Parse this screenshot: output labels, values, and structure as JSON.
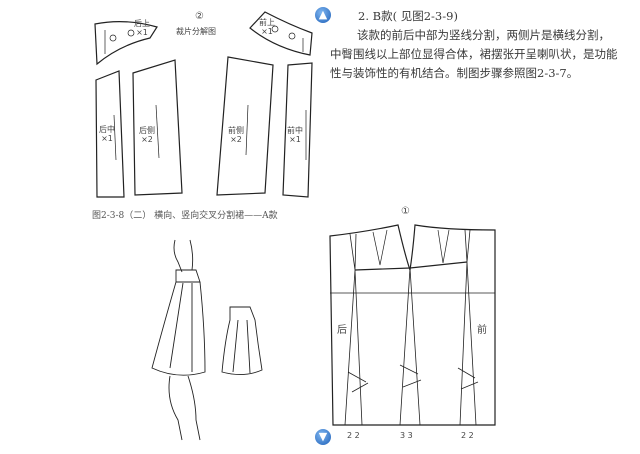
{
  "text": {
    "heading": "2. B款( 见图2-3-9)",
    "paragraph": "该款的前后中部为竖线分割，两侧片是横线分割，中臀围线以上部位显得合体，裙摆张开呈喇叭状，是功能性与装饰性的有机结合。制图步骤参照图2-3-7。"
  },
  "figure_top": {
    "number": "②",
    "subtitle": "裁片分解图",
    "pieces": [
      {
        "name": "后上",
        "qty": "×1"
      },
      {
        "name": "前上",
        "qty": "×1"
      },
      {
        "name": "后中",
        "qty": "×1"
      },
      {
        "name": "后侧",
        "qty": "×2"
      },
      {
        "name": "前侧",
        "qty": "×2"
      },
      {
        "name": "前中",
        "qty": "×1"
      }
    ],
    "caption": "图2-3-8（二） 横向、竖向交叉分割裙——A款"
  },
  "figure_draft": {
    "number": "①",
    "back_label": "后",
    "front_label": "前",
    "bottom_marks": [
      "2 2",
      "3 3",
      "2 2"
    ]
  },
  "nav": {
    "up_icon": "arrow-up-circle-icon",
    "down_icon": "arrow-down-circle-icon"
  }
}
